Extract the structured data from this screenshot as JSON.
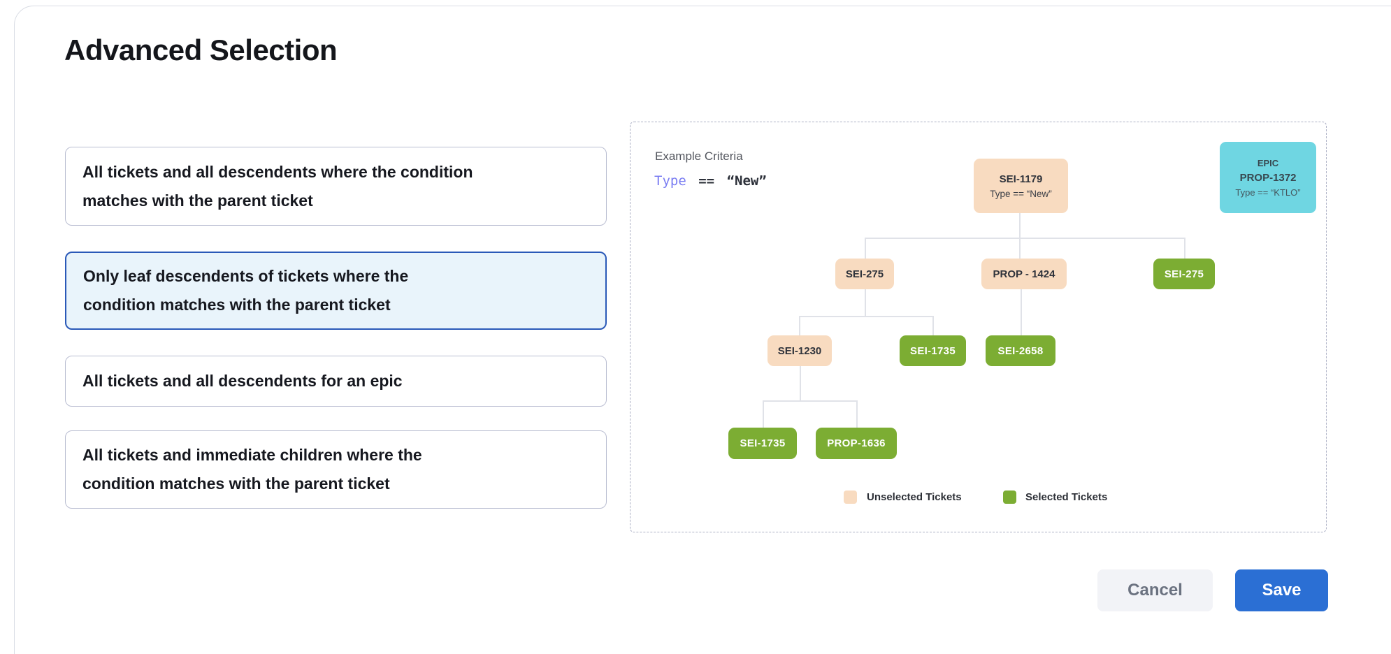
{
  "title": "Advanced Selection",
  "options": [
    {
      "label": "All tickets and all descendents where the condition matches with the parent ticket",
      "selected": false
    },
    {
      "label": "Only leaf descendents of tickets where the condition matches with the parent ticket",
      "selected": true
    },
    {
      "label": "All tickets and all descendents for an epic",
      "selected": false
    },
    {
      "label": "All tickets and immediate children where the condition matches with the parent ticket",
      "selected": false
    }
  ],
  "diagram": {
    "criteria_label": "Example Criteria",
    "criteria": {
      "field": "Type",
      "operator": "==",
      "value": "“New”"
    },
    "epic_card": {
      "type_label": "EPIC",
      "id": "PROP-1372",
      "condition": "Type == “KTLO”"
    },
    "root": {
      "id": "SEI-1179",
      "condition": "Type == “New”",
      "state": "unselected"
    },
    "nodes": [
      {
        "label": "SEI-275",
        "state": "unselected"
      },
      {
        "label": "PROP - 1424",
        "state": "unselected"
      },
      {
        "label": "SEI-275",
        "state": "selected"
      },
      {
        "label": "SEI-1230",
        "state": "unselected"
      },
      {
        "label": "SEI-1735",
        "state": "selected"
      },
      {
        "label": "SEI-2658",
        "state": "selected"
      },
      {
        "label": "SEI-1735",
        "state": "selected"
      },
      {
        "label": "PROP-1636",
        "state": "selected"
      }
    ],
    "legend": [
      {
        "label": "Unselected Tickets",
        "color": "#f8dbc0"
      },
      {
        "label": "Selected Tickets",
        "color": "#7cad33"
      }
    ]
  },
  "footer": {
    "cancel_label": "Cancel",
    "save_label": "Save"
  },
  "colors": {
    "unselected_ticket": "#f8dbc0",
    "selected_ticket": "#7cad33",
    "epic_card": "#6fd6e2",
    "accent_blue": "#2b6fd4",
    "selected_card_border": "#2a59b8",
    "selected_card_bg": "#e9f4fb",
    "criteria_field": "#7a7df2"
  }
}
